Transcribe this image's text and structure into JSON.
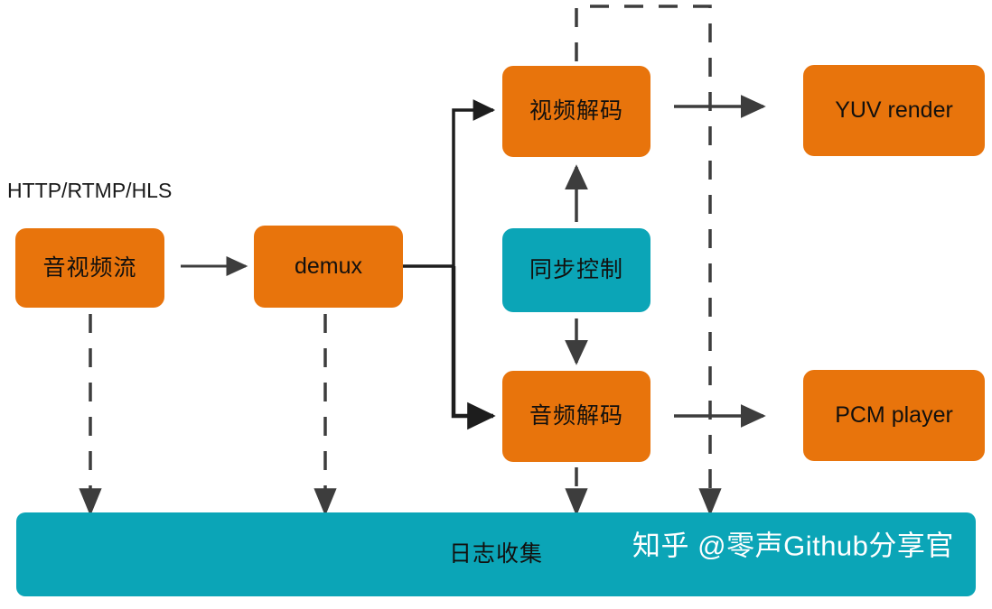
{
  "diagram": {
    "title": "audio-video player pipeline",
    "colors": {
      "orange": "#e8740c",
      "teal": "#0ba5b7",
      "line": "#3d3d3d",
      "background": "#ffffff",
      "text_dark": "#12100e",
      "text_light": "#ffffff"
    },
    "annotations": {
      "protocol_label": "HTTP/RTMP/HLS",
      "watermark": "知乎 @零声Github分享官"
    },
    "nodes": [
      {
        "id": "stream",
        "label": "音视频流",
        "color": "orange"
      },
      {
        "id": "demux",
        "label": "demux",
        "color": "orange"
      },
      {
        "id": "vdec",
        "label": "视频解码",
        "color": "orange"
      },
      {
        "id": "sync",
        "label": "同步控制",
        "color": "teal"
      },
      {
        "id": "adec",
        "label": "音频解码",
        "color": "orange"
      },
      {
        "id": "yuv",
        "label": "YUV render",
        "color": "orange"
      },
      {
        "id": "pcm",
        "label": "PCM  player",
        "color": "orange"
      },
      {
        "id": "log",
        "label": "日志收集",
        "color": "teal"
      }
    ],
    "edges": [
      {
        "from": "stream",
        "to": "demux",
        "style": "solid",
        "arrow": "end"
      },
      {
        "from": "demux",
        "to": "vdec",
        "style": "solid",
        "arrow": "end"
      },
      {
        "from": "demux",
        "to": "adec",
        "style": "solid",
        "arrow": "end"
      },
      {
        "from": "sync",
        "to": "vdec",
        "style": "solid",
        "arrow": "end"
      },
      {
        "from": "sync",
        "to": "adec",
        "style": "solid",
        "arrow": "end"
      },
      {
        "from": "vdec",
        "to": "yuv",
        "style": "solid",
        "arrow": "end"
      },
      {
        "from": "adec",
        "to": "pcm",
        "style": "solid",
        "arrow": "end"
      },
      {
        "from": "stream",
        "to": "log",
        "style": "dashed",
        "arrow": "end"
      },
      {
        "from": "demux",
        "to": "log",
        "style": "dashed",
        "arrow": "end"
      },
      {
        "from": "adec",
        "to": "log",
        "style": "dashed",
        "arrow": "end"
      },
      {
        "from": "vdec",
        "to": "log",
        "style": "dashed",
        "arrow": "end",
        "routing": "up-over-right-down"
      }
    ]
  }
}
